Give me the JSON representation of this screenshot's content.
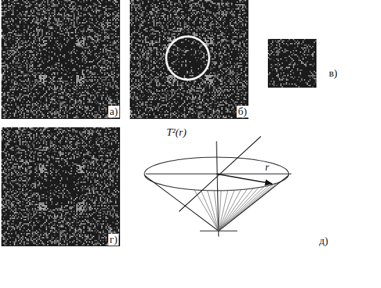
{
  "diagram": {
    "labels": [
      "а)",
      "б)",
      "в)",
      "г)",
      "д)",
      "T²(r)",
      "r"
    ]
  }
}
